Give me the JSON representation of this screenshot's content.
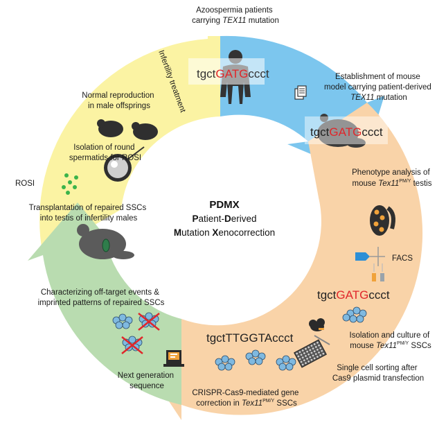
{
  "center": {
    "line1": "PDMX",
    "line2_bold": "P",
    "line2_rest": "atient-",
    "line2_bold2": "D",
    "line2_rest2": "erived",
    "line3_bold": "M",
    "line3_rest": "utation ",
    "line3_bold2": "X",
    "line3_rest2": "enocorrection"
  },
  "steps": {
    "azoospermia": {
      "line1": "Azoospermia patients",
      "line2_pre": "carrying ",
      "line2_gene": "TEX11",
      "line2_post": " mutation"
    },
    "mouse_model": {
      "line1": "Establishment of mouse",
      "line2": "model carrying patient-derived",
      "line3_gene": "TEX11",
      "line3_post": " mutation"
    },
    "phenotype": {
      "line1": "Phenotype analysis of",
      "line2_pre": "mouse ",
      "line2_gene": "Tex11",
      "line2_sup": "PM/Y",
      "line2_post": " testis"
    },
    "facs": "FACS",
    "isolation": {
      "line1": "Isolation and culture of",
      "line2_pre": "mouse ",
      "line2_gene": "Tex11",
      "line2_sup": "PM/Y",
      "line2_post": " SSCs"
    },
    "single_cell": {
      "line1": "Single cell sorting after",
      "line2": "Cas9 plasmid transfection"
    },
    "crispr": {
      "line1": "CRISPR-Cas9-mediated gene",
      "line2_pre": "correction in ",
      "line2_gene": "Tex11",
      "line2_sup": "PM/Y",
      "line2_post": " SSCs"
    },
    "ngs": {
      "line1": "Next generation",
      "line2": "sequence"
    },
    "offtarget": {
      "line1": "Characterizing off-target events &",
      "line2": "imprinted patterns of repaired SSCs"
    },
    "transplant": {
      "line1": "Transplantation of repaired SSCs",
      "line2": "into testis of infertility males"
    },
    "rosi_label": "ROSI",
    "round_spermatids": {
      "line1": "Isolation of round",
      "line2": "spermatids for ROSI"
    },
    "normal_repro": {
      "line1": "Normal reproduction",
      "line2": "in male offsprings"
    },
    "infertility_treatment": "Infertility treatment"
  },
  "sequences": {
    "mutant": {
      "pre": "tgct",
      "mid": "GATG",
      "post": "ccct"
    },
    "corrected": {
      "pre": "tgct",
      "mid": "TTGGTA",
      "post": "ccct"
    }
  },
  "colors": {
    "yellow": "#fbf3a3",
    "blue": "#7cc6ee",
    "peach": "#f9d3a8",
    "green": "#b9dcb0",
    "mutation": "#e0262a",
    "cell": "#7fb9e0",
    "dark": "#3c3c3c"
  }
}
